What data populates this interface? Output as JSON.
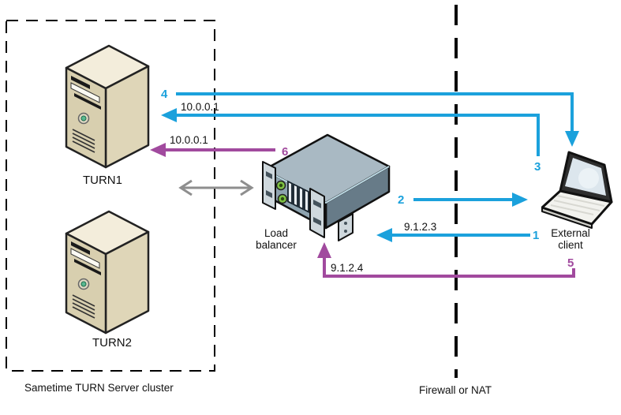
{
  "diagram": {
    "cluster": {
      "label": "Sametime TURN Server cluster",
      "servers": [
        {
          "label": "TURN1"
        },
        {
          "label": "TURN2"
        }
      ]
    },
    "load_balancer": {
      "line1": "Load",
      "line2": "balancer"
    },
    "external_client": {
      "line1": "External",
      "line2": "client"
    },
    "firewall": {
      "label": "Firewall or NAT"
    },
    "flows": [
      {
        "step": "1",
        "ip": "9.1.2.3",
        "color": "#1ba1dc",
        "from": "external-client",
        "to": "load-balancer"
      },
      {
        "step": "2",
        "ip": "",
        "color": "#1ba1dc",
        "from": "load-balancer",
        "to": "external-client"
      },
      {
        "step": "3",
        "ip": "10.0.0.1",
        "color": "#1ba1dc",
        "from": "external-client",
        "to": "turn1"
      },
      {
        "step": "4",
        "ip": "",
        "color": "#1ba1dc",
        "from": "turn1",
        "to": "external-client"
      },
      {
        "step": "5",
        "ip": "9.1.2.4",
        "color": "#a14a9e",
        "from": "external-client",
        "to": "load-balancer"
      },
      {
        "step": "6",
        "ip": "10.0.0.1",
        "color": "#a14a9e",
        "from": "load-balancer",
        "to": "turn1"
      }
    ],
    "colors": {
      "flow_blue": "#1ba1dc",
      "flow_purple": "#a14a9e",
      "link_gray": "#8e8e8e",
      "boundary_black": "#000000"
    }
  }
}
